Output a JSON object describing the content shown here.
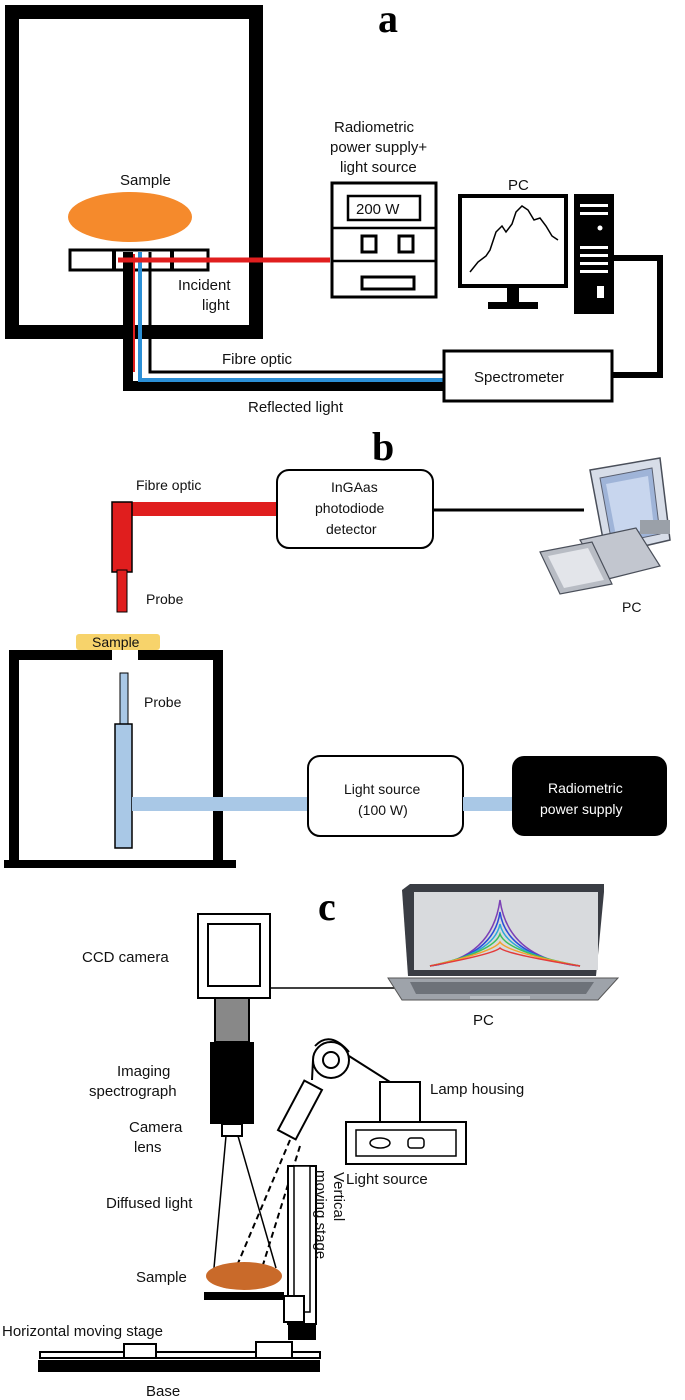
{
  "panel_a": {
    "letter": "a",
    "sample": "Sample",
    "power_supply_line1": "Radiometric",
    "power_supply_line2": "power supply+",
    "power_supply_line3": "light source",
    "power_display": "200 W",
    "pc": "PC",
    "incident_line1": "Incident",
    "incident_line2": "light",
    "fibre_optic": "Fibre optic",
    "spectrometer": "Spectrometer",
    "reflected_light": "Reflected light",
    "colors": {
      "sample": "#f58a2c",
      "incident": "#e01e1e",
      "reflected": "#2b8fd6"
    }
  },
  "panel_b": {
    "letter": "b",
    "fibre_optic": "Fibre optic",
    "detector_line1": "InGAas",
    "detector_line2": "photodiode",
    "detector_line3": "detector",
    "probe_top": "Probe",
    "pc": "PC",
    "sample": "Sample",
    "probe_bottom": "Probe",
    "light_source_line1": "Light source",
    "light_source_line2": "(100 W)",
    "power_line1": "Radiometric",
    "power_line2": "power supply",
    "colors": {
      "fibre": "#e01e1e",
      "probe": "#a9c8e6",
      "sample": "#f7d36b"
    }
  },
  "panel_c": {
    "letter": "c",
    "ccd_camera": "CCD camera",
    "pc": "PC",
    "imaging_line1": "Imaging",
    "imaging_line2": "spectrograph",
    "lamp_housing": "Lamp housing",
    "camera_line1": "Camera",
    "camera_line2": "lens",
    "light_source": "Light source",
    "diffused_light": "Diffused light",
    "sample": "Sample",
    "vertical_line1": "Vertical",
    "vertical_line2": "moving stage",
    "horizontal_stage": "Horizontal moving stage",
    "base": "Base",
    "colors": {
      "sample": "#c96a2a"
    }
  }
}
